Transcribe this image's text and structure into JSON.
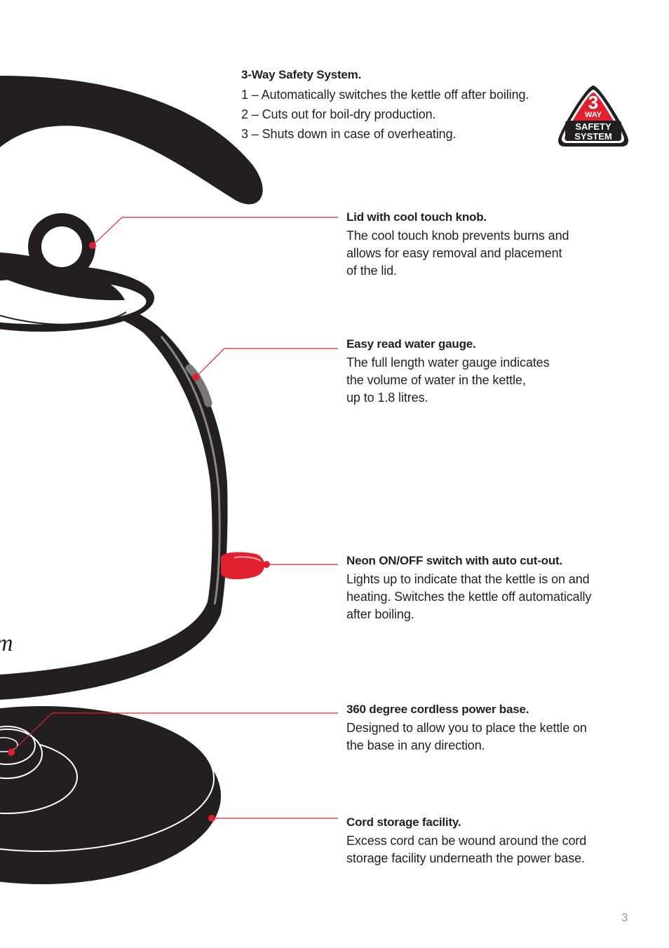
{
  "safety": {
    "title": "3-Way Safety System.",
    "items": [
      "1 – Automatically switches the kettle off after boiling.",
      "2 – Cuts out for boil-dry production.",
      "3 – Shuts down in case of overheating."
    ],
    "badge": {
      "number": "3",
      "word": "WAY",
      "line1": "SAFETY",
      "line2": "SYSTEM"
    }
  },
  "features": [
    {
      "title": "Lid with cool touch knob.",
      "body": "The cool touch knob prevents burns and\nallows for easy removal and placement\nof the lid."
    },
    {
      "title": "Easy read water gauge.",
      "body": "The full length water gauge indicates\nthe volume of water in the kettle,\nup to 1.8 litres."
    },
    {
      "title": "Neon ON/OFF switch with auto cut-out.",
      "body": "Lights up to indicate that the kettle is on and\nheating. Switches the kettle off automatically\nafter boiling."
    },
    {
      "title": "360 degree cordless power base.",
      "body": "Designed to allow you to place the kettle on\nthe base in any direction."
    },
    {
      "title": "Cord storage facility.",
      "body": "Excess cord can be wound around the cord\nstorage facility underneath the power base."
    }
  ],
  "page_number": "3",
  "colors": {
    "accent_red": "#e0202e",
    "kettle_black": "#231f20"
  }
}
